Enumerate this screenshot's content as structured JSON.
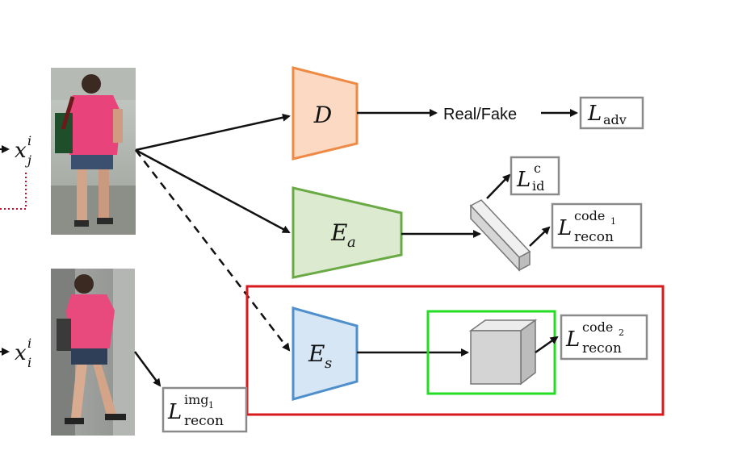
{
  "inputs": {
    "top_label": {
      "base": "x",
      "sup": "i",
      "sub": "j"
    },
    "bottom_label": {
      "base": "x",
      "sup": "i",
      "sub": "i"
    }
  },
  "modules": {
    "discriminator": "D",
    "appearance_encoder": {
      "base": "E",
      "sub": "a"
    },
    "structure_encoder": {
      "base": "E",
      "sub": "s"
    }
  },
  "real_fake": "Real/Fake",
  "losses": {
    "adv": {
      "base": "L",
      "sub": "adv"
    },
    "id": {
      "base": "L",
      "sup": "c",
      "sub": "id"
    },
    "recon_code1": {
      "base": "L",
      "sup": "code",
      "sup_sub": "1",
      "sub": "recon"
    },
    "recon_code2": {
      "base": "L",
      "sup": "code",
      "sup_sub": "2",
      "sub": "recon"
    },
    "recon_img1": {
      "base": "L",
      "sup": "img",
      "sup_sub": "1",
      "sub": "recon"
    }
  },
  "colors": {
    "discriminator_stroke": "#ee8a45",
    "discriminator_fill": "#fbd9c3",
    "appearance_stroke": "#6aaa45",
    "appearance_fill": "#dcebd0",
    "structure_stroke": "#4e8fcc",
    "structure_fill": "#d7e6f5",
    "highlight_red": "#d9191c",
    "highlight_green": "#22dd22",
    "loss_box": "#8a8a8a"
  }
}
